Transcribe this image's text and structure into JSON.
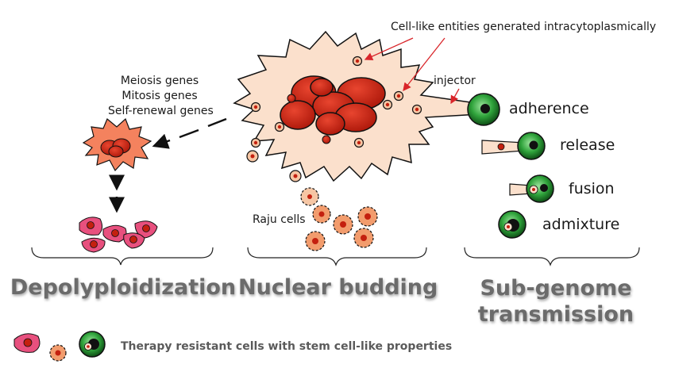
{
  "callouts": {
    "cell_like_entities": "Cell-like entities generated intracytoplasmically",
    "injector": "injector",
    "raju_cells": "Raju cells"
  },
  "genes": [
    "Meiosis genes",
    "Mitosis genes",
    "Self-renewal genes"
  ],
  "transmission_modes": [
    "adherence",
    "release",
    "fusion",
    "admixture"
  ],
  "sections": {
    "depolyploidization": "Depolyploidization",
    "nuclear_budding": "Nuclear budding",
    "sub_genome_line1": "Sub-genome",
    "sub_genome_line2": "transmission"
  },
  "legend": {
    "text": "Therapy resistant cells with stem cell-like properties"
  },
  "colors": {
    "giant_cell_fill": "#fbe0cc",
    "nucleus_red": "#d42a1a",
    "pink_cell": "#e8507e",
    "stem_green": "#2e9e3a",
    "arrow_red": "#d9252a",
    "section_title": "#6b6b6b"
  }
}
